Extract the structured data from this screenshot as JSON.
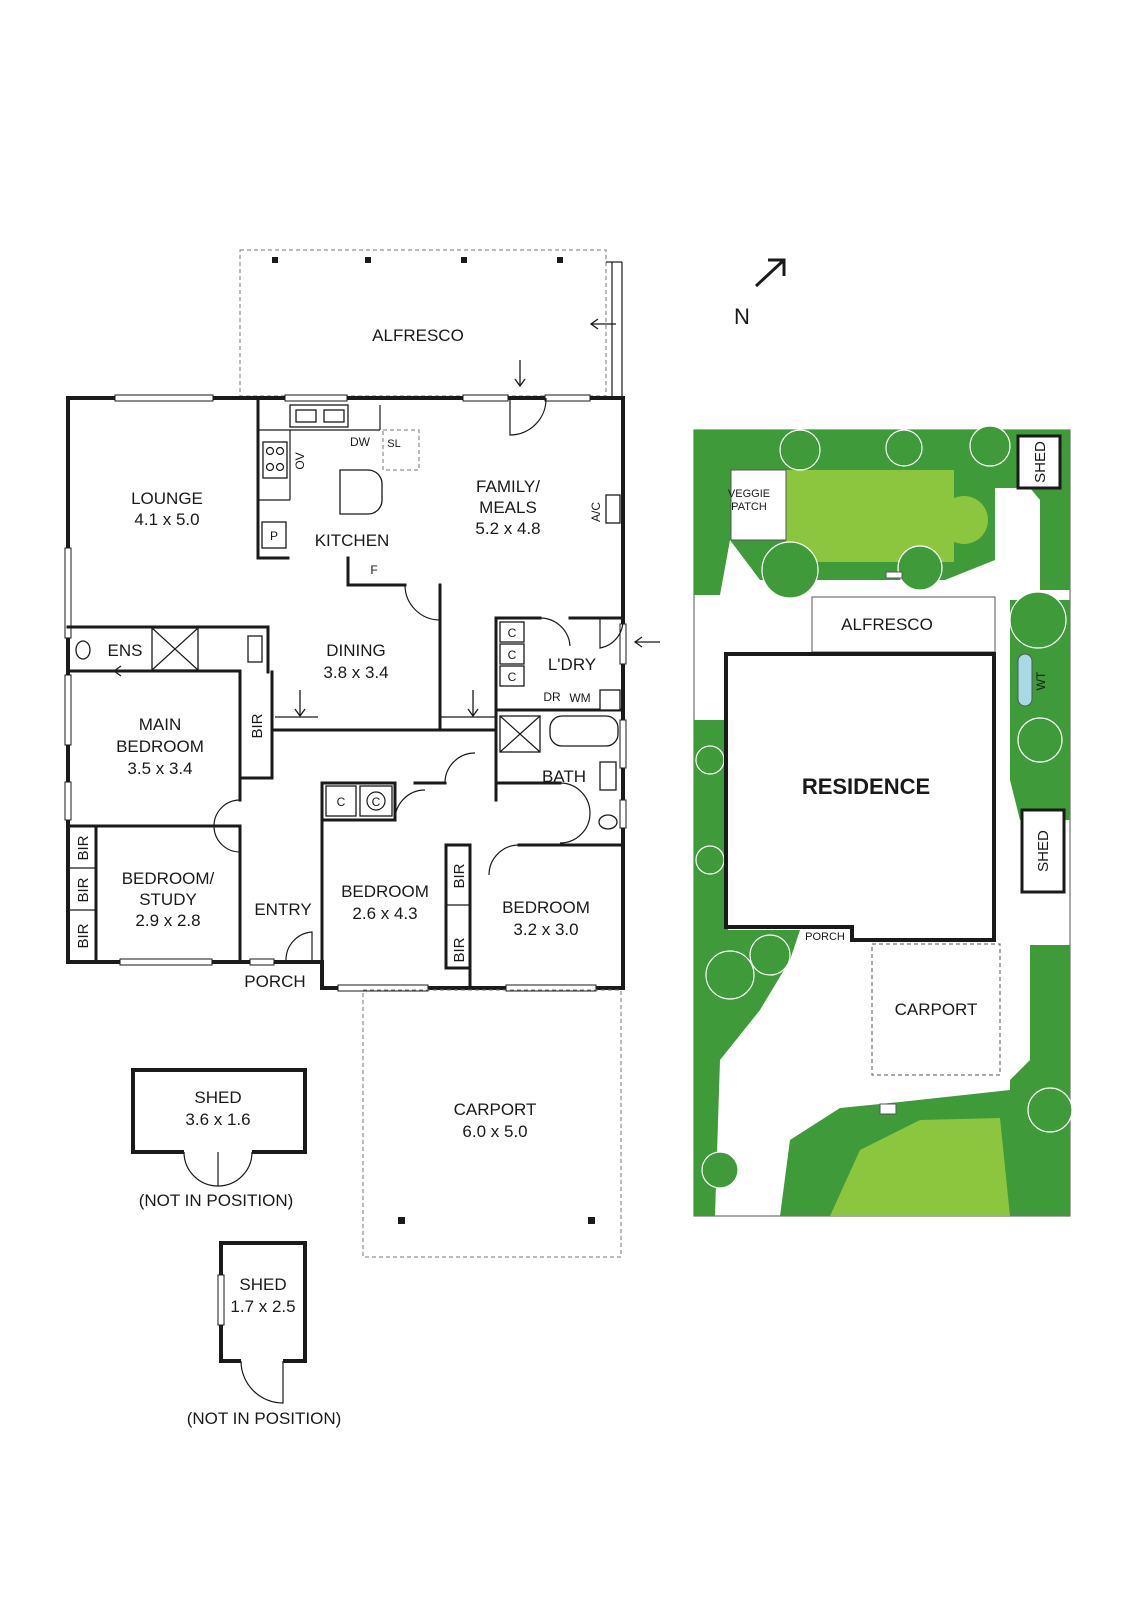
{
  "compass": {
    "north_label": "N"
  },
  "floor_plan": {
    "alfresco": "ALFRESCO",
    "lounge": {
      "name": "LOUNGE",
      "size": "4.1 x 5.0"
    },
    "kitchen": {
      "name": "KITCHEN",
      "dw": "DW",
      "sl": "SL",
      "ov": "OV",
      "p": "P",
      "f": "F"
    },
    "family": {
      "name_line1": "FAMILY/",
      "name_line2": "MEALS",
      "size": "5.2 x 4.8",
      "ac": "A/C"
    },
    "dining": {
      "name": "DINING",
      "size": "3.8 x 3.4"
    },
    "ensuite": "ENS",
    "main_bedroom": {
      "name_line1": "MAIN",
      "name_line2": "BEDROOM",
      "size": "3.5 x 3.4",
      "bir": "BIR"
    },
    "laundry": {
      "name": "L'DRY",
      "c": "C",
      "dr": "DR",
      "wm": "WM"
    },
    "bath": "BATH",
    "bedroom_study": {
      "name_line1": "BEDROOM/",
      "name_line2": "STUDY",
      "size": "2.9 x 2.8",
      "bir": "BIR"
    },
    "entry": "ENTRY",
    "porch": "PORCH",
    "bedroom2": {
      "name": "BEDROOM",
      "size": "2.6 x 4.3",
      "c": "C",
      "bir": "BIR"
    },
    "bedroom3": {
      "name": "BEDROOM",
      "size": "3.2 x 3.0"
    },
    "carport": {
      "name": "CARPORT",
      "size": "6.0 x 5.0"
    },
    "shed1": {
      "name": "SHED",
      "size": "3.6 x 1.6",
      "note": "(NOT IN POSITION)"
    },
    "shed2": {
      "name": "SHED",
      "size": "1.7 x 2.5",
      "note": "(NOT IN POSITION)"
    }
  },
  "site_plan": {
    "shed_top": "SHED",
    "veggie_line1": "VEGGIE",
    "veggie_line2": "PATCH",
    "alfresco": "ALFRESCO",
    "wt": "WT",
    "residence": "RESIDENCE",
    "shed_side": "SHED",
    "porch": "PORCH",
    "carport": "CARPORT"
  },
  "colors": {
    "lawn": "#8cc63f",
    "garden": "#3f9a3a",
    "walls": "#1a1a1a"
  }
}
